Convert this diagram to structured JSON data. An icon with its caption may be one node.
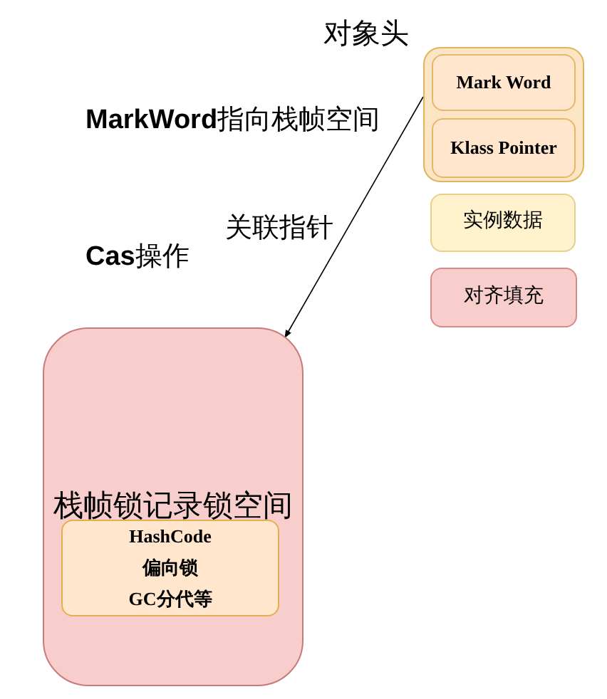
{
  "diagram": {
    "nodes": [
      {
        "text": [
          "对象头"
        ]
      },
      {
        "text": [
          "Mark Word"
        ],
        "in": 0
      },
      {
        "text": [
          "Klass Pointer"
        ],
        "in": 0
      },
      {
        "text": [
          "实例数据"
        ]
      },
      {
        "text": [
          "对齐填充"
        ]
      },
      {
        "text": [
          "栈帧锁记录锁空间"
        ]
      },
      {
        "text": [
          "HashCode",
          "偏向锁",
          "GC分代等"
        ],
        "in": 5
      }
    ],
    "edges": [
      {
        "from": 0,
        "to": 5,
        "arrow": "to"
      }
    ],
    "labels": [
      "**MarkWord**指向栈帧空间",
      "关联指针",
      "**Cas**操作"
    ]
  }
}
